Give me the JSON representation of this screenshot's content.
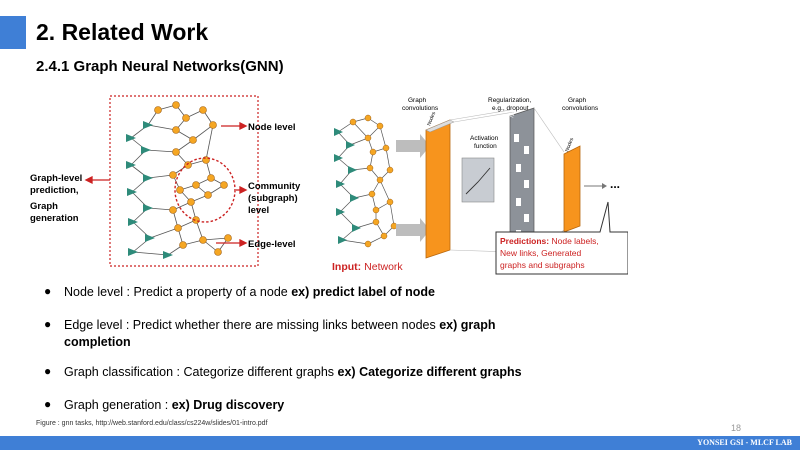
{
  "header": {
    "title": "2. Related Work",
    "subtitle": "2.4.1 Graph Neural Networks(GNN)"
  },
  "figure_left": {
    "graph_level": [
      "Graph-level",
      "prediction,",
      "Graph",
      "generation"
    ],
    "node_level": "Node level",
    "community": [
      "Community",
      "(subgraph)",
      "level"
    ],
    "edge_level": "Edge-level"
  },
  "figure_right": {
    "graph_convolutions_1": [
      "Graph",
      "convolutions"
    ],
    "regularization": [
      "Regularization,",
      "e.g., dropout"
    ],
    "graph_convolutions_2": [
      "Graph",
      "convolutions"
    ],
    "activation": [
      "Activation",
      "function"
    ],
    "nodes": "Nodes",
    "ellipsis": "...",
    "input_label": "Input:",
    "input_value": "Network",
    "predictions_label": "Predictions:",
    "predictions_lines": [
      " Node labels,",
      "New links, Generated",
      "graphs and subgraphs"
    ]
  },
  "bullets": [
    {
      "text": "Node level : Predict a property of a node ",
      "bold": "ex) predict label of node"
    },
    {
      "text": "Edge level : Predict whether there are missing links between nodes ",
      "bold": "ex) graph",
      "bold2": "completion"
    },
    {
      "text": "Graph classification : Categorize different graphs ",
      "bold": "ex) Categorize different graphs"
    },
    {
      "text": "Graph generation : ",
      "bold": "ex) Drug discovery"
    }
  ],
  "caption": "Figure : gnn tasks, http://web.stanford.edu/class/cs224w/slides/01-intro.pdf",
  "page_number": "18",
  "footer": "YONSEI GSI - MLCF LAB",
  "colors": {
    "accent": "#3f7fd6",
    "node_orange": "#f5a623",
    "node_teal": "#2e8b7a",
    "red": "#cc2222"
  }
}
